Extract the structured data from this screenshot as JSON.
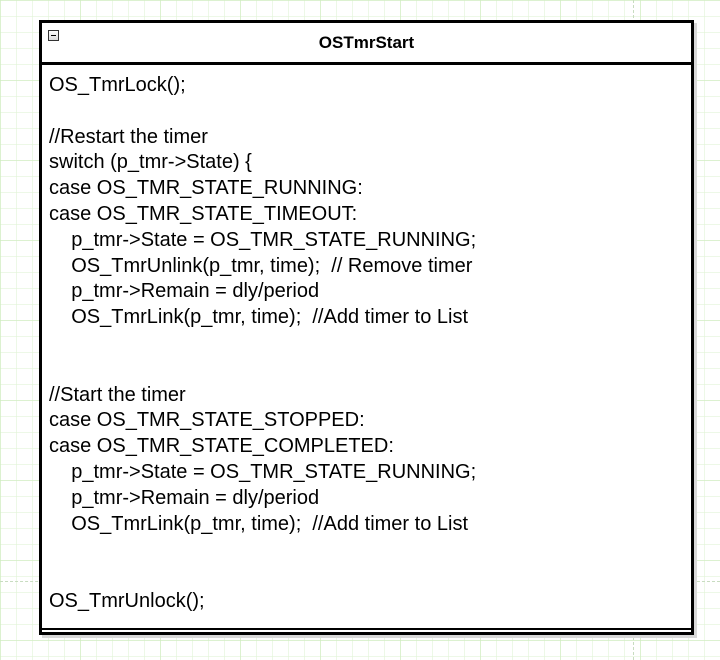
{
  "node": {
    "title": "OSTmrStart",
    "collapse_icon": "minus-box-icon",
    "lines": [
      "OS_TmrLock();",
      "",
      "//Restart the timer",
      "switch (p_tmr->State) {",
      "case OS_TMR_STATE_RUNNING:",
      "case OS_TMR_STATE_TIMEOUT:",
      "    p_tmr->State = OS_TMR_STATE_RUNNING;",
      "    OS_TmrUnlink(p_tmr, time);  // Remove timer",
      "    p_tmr->Remain = dly/period",
      "    OS_TmrLink(p_tmr, time);  //Add timer to List",
      "",
      "",
      "//Start the timer",
      "case OS_TMR_STATE_STOPPED:",
      "case OS_TMR_STATE_COMPLETED:",
      "    p_tmr->State = OS_TMR_STATE_RUNNING;",
      "    p_tmr->Remain = dly/period",
      "    OS_TmrLink(p_tmr, time);  //Add timer to List",
      "",
      "",
      "OS_TmrUnlock();"
    ]
  },
  "colors": {
    "border": "#000000",
    "grid": "#cdebbe",
    "background": "#ffffff"
  }
}
